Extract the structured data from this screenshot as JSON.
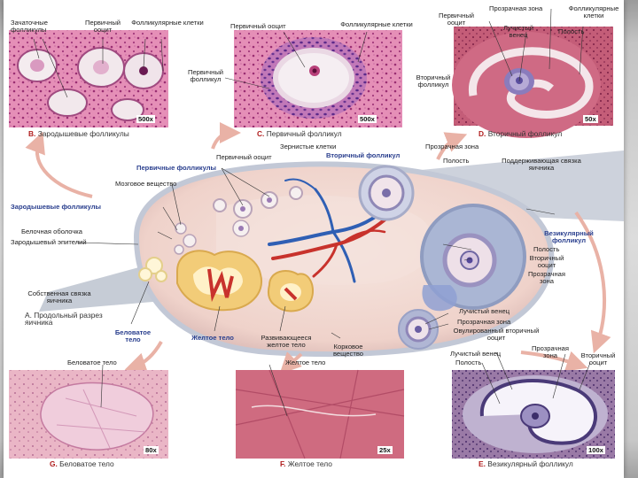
{
  "labels": {
    "b_nascent": "Зачаточные фолликулы",
    "b_primary_oocyte": "Первичный ооцит",
    "b_follicular_cells": "Фолликулярные клетки",
    "c_primary_oocyte": "Первичный ооцит",
    "c_follicular_cells": "Фолликулярные клетки",
    "c_primary_follicle": "Первичный фолликул",
    "d_primary_oocyte": "Первичный ооцит",
    "d_zona": "Прозрачная зона",
    "d_radiant": "Лучистый венец",
    "d_follicular_cells": "Фолликулярные клетки",
    "d_cavity": "Полость",
    "d_secondary_follicle": "Вторичный фолликул",
    "m_granular_cells": "Зернистые клетки",
    "m_primary_oocyte": "Первичный ооцит",
    "m_secondary_follicle": "Вторичный фолликул",
    "m_zona": "Прозрачная зона",
    "m_cavity": "Полость",
    "m_suspensory_ligament": "Поддерживающая связка яичника",
    "m_primary_follicles": "Первичные фолликулы",
    "m_medulla": "Мозговое вещество",
    "m_nascent_follicles": "Зародышевые фолликулы",
    "m_tunica": "Белочная оболочка",
    "m_germinal_epithelium": "Зародышевый эпителий",
    "m_own_ligament": "Собственная связка яичника",
    "m_vesicular_follicle": "Везикулярный фолликул",
    "m_cavity2": "Полость",
    "m_secondary_oocyte": "Вторичный ооцит",
    "m_zona2": "Прозрачная зона",
    "m_radiant2": "Лучистый венец",
    "m_zona3": "Прозрачная зона",
    "m_ovulated_oocyte": "Овулированный вторичный ооцит",
    "m_white_body": "Беловатое тело",
    "m_yellow_body": "Желтое тело",
    "m_developing_yellow": "Развивающееся желтое тело",
    "m_cortex": "Корковое вещество",
    "m_section_a": "A. Продольный разрез яичника",
    "g_title": "Беловатое тело",
    "f_title": "Желтое тело",
    "e_radiant": "Лучистый венец",
    "e_cavity": "Полость",
    "e_zona": "Прозрачная зона",
    "e_secondary_oocyte": "Вторичный ооцит"
  },
  "captions": {
    "b_letter": "B.",
    "b_text": "Зародышевые фолликулы",
    "c_letter": "C.",
    "c_text": "Первичный фолликул",
    "d_letter": "D.",
    "d_text": "Вторичный фолликул",
    "g_letter": "G.",
    "g_text": "Беловатое тело",
    "f_letter": "F.",
    "f_text": "Желтое тело",
    "e_letter": "E.",
    "e_text": "Везикулярный фолликул"
  },
  "scales": {
    "b": "500x",
    "c": "500x",
    "d": "50x",
    "g": "80x",
    "f": "25x",
    "e": "100x"
  },
  "colors": {
    "tissue_pink": "#e58fb7",
    "tissue_pink_dark": "#c8507f",
    "ovary_body": "#f1dbd5",
    "ovary_rim": "#c6ccd8",
    "ligament_gray": "#c6ccd6",
    "arrow_pink": "#e9b2a6",
    "vein_blue": "#2f5fb4",
    "artery_red": "#c8322c",
    "caption_red": "#b01c1c",
    "title_blue": "#2a3f8e",
    "yellow_body": "#f2cc78"
  }
}
